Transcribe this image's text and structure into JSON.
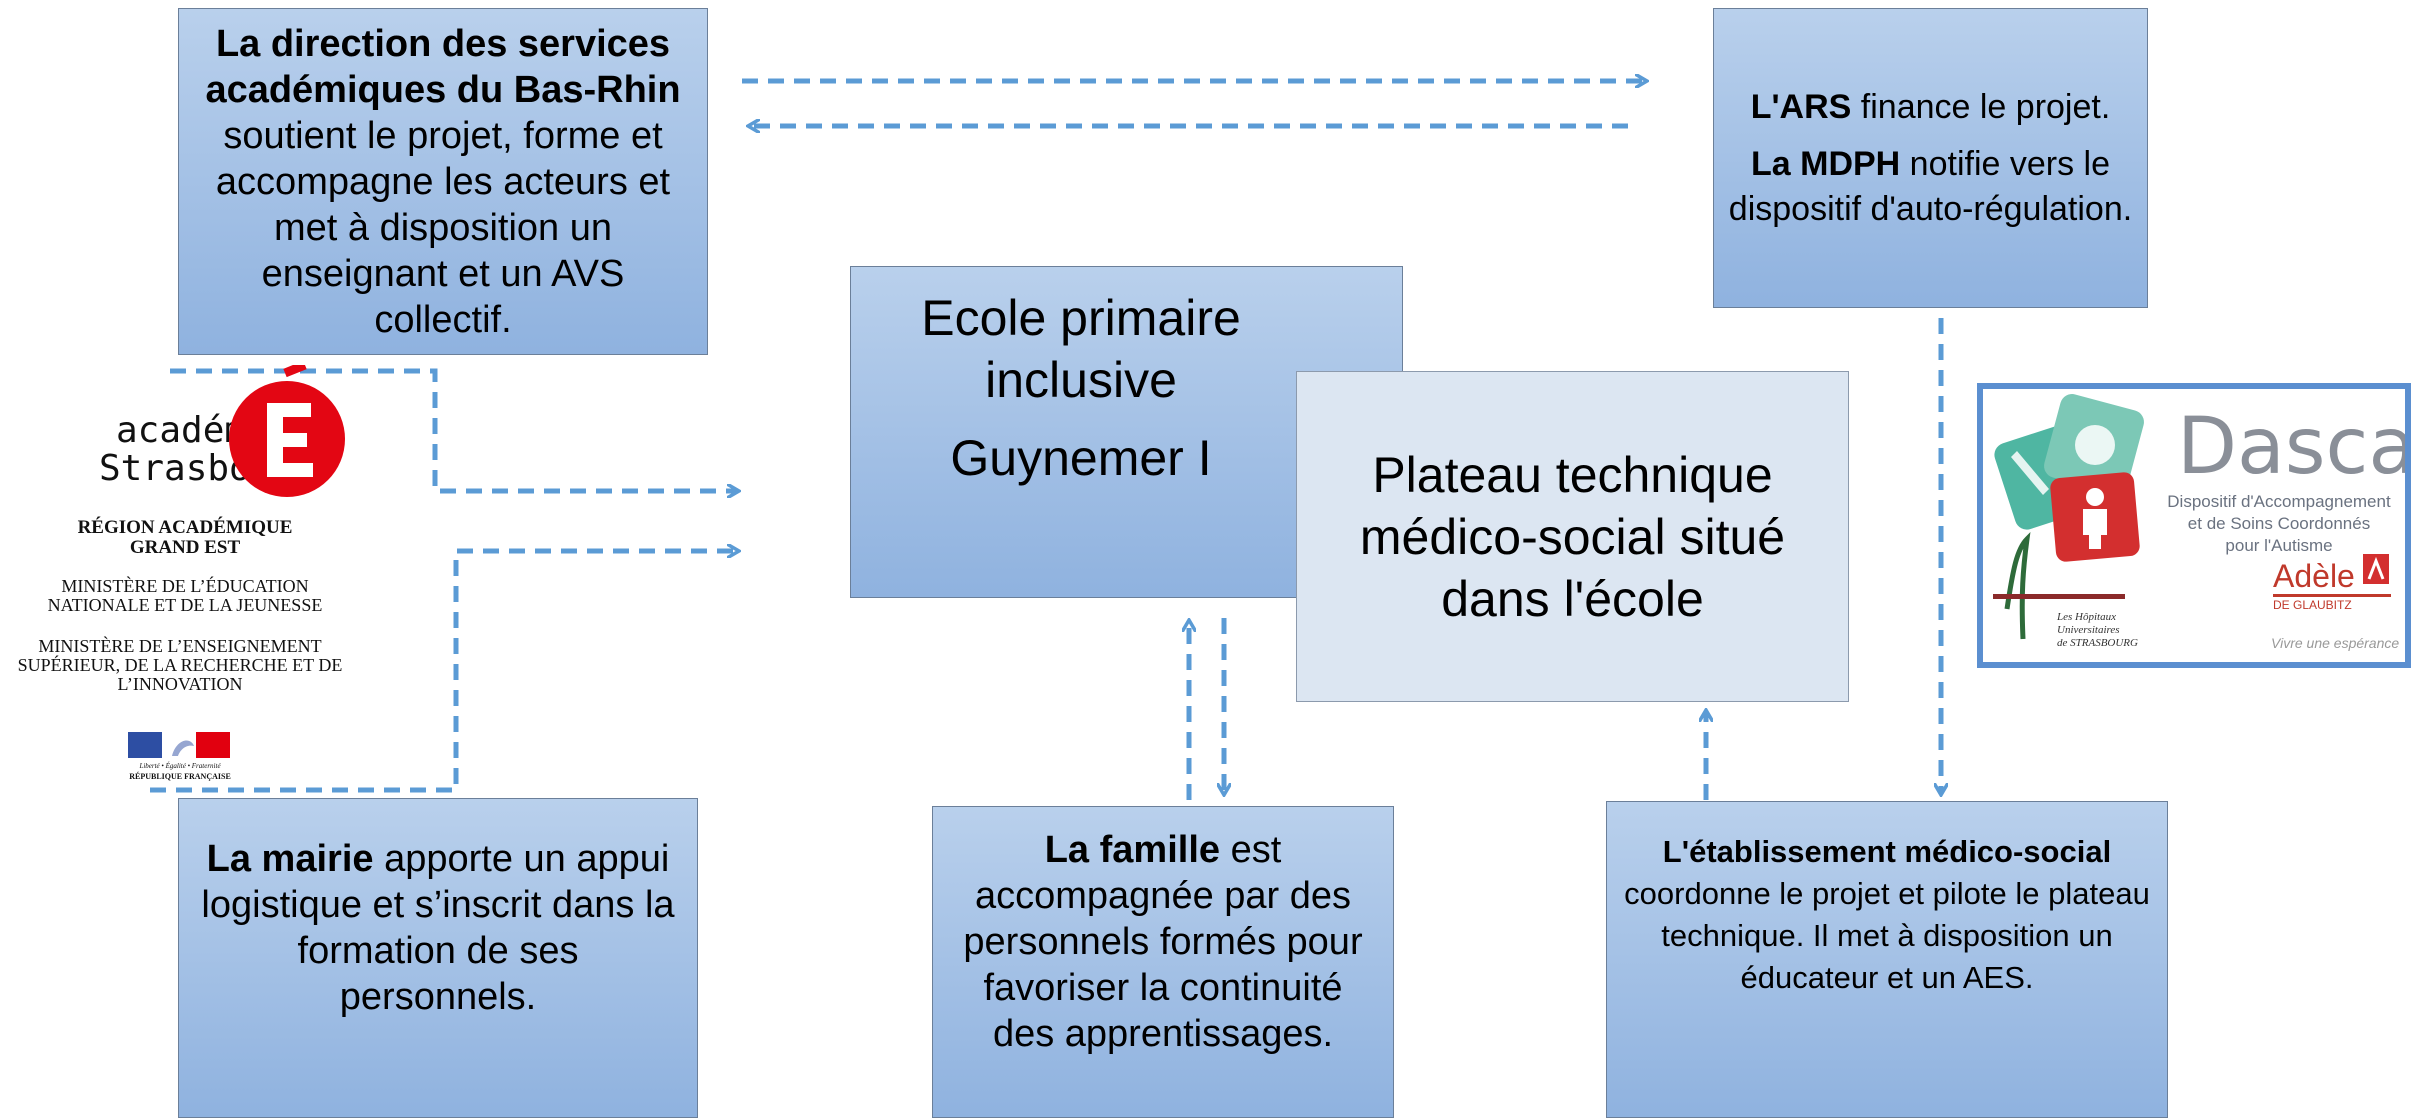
{
  "boxes": {
    "dsden": {
      "bold": "La direction des services académiques du Bas-Rhin",
      "rest": "soutient le projet, forme et accompagne les acteurs et met à disposition un enseignant et un AVS collectif."
    },
    "ars": {
      "bold1": "L'ARS",
      "rest1": " finance le projet.",
      "bold2": "La MDPH",
      "rest2": " notifie vers le dispositif d'auto-régulation."
    },
    "ecole": {
      "line1": "Ecole primaire",
      "line2": "inclusive",
      "line3": "Guynemer I"
    },
    "plateau": {
      "text": "Plateau technique médico-social situé dans l'école"
    },
    "mairie": {
      "bold": "La mairie",
      "rest": " apporte un appui logistique et s’inscrit dans la formation de ses personnels."
    },
    "famille": {
      "bold": "La famille",
      "rest": " est accompagnée par des personnels formés pour favoriser la continuité des apprentissages."
    },
    "etablissement": {
      "bold": "L'établissement médico-social",
      "rest": " coordonne le projet et pilote le plateau technique. Il met à disposition un éducateur et un AES."
    }
  },
  "logo_academie": {
    "word1": "académie",
    "word2": "Strasbourg",
    "letter": "E",
    "region": "RÉGION ACADÉMIQUE GRAND EST",
    "ministere1": "MINISTÈRE DE L’ÉDUCATION NATIONALE ET DE LA JEUNESSE",
    "ministere2": "MINISTÈRE DE L’ENSEIGNEMENT SUPÉRIEUR, DE LA RECHERCHE ET DE L’INNOVATION",
    "devise": "Liberté • Égalité • Fraternité",
    "republique": "RÉPUBLIQUE FRANÇAISE"
  },
  "logo_dasca": {
    "title": "Dasca",
    "subtitle1": "Dispositif d'Accompagnement",
    "subtitle2": "et de Soins Coordonnés",
    "subtitle3": "pour l'Autisme",
    "adele": "Adèle",
    "glaubitz": "DE GLAUBITZ",
    "slogan": "Vivre une espérance",
    "hopitaux1": "Les Hôpitaux",
    "hopitaux2": "Universitaires",
    "hopitaux3": "de STRASBOURG"
  },
  "colors": {
    "box_top": "#b9d0ec",
    "box_bottom": "#8fb2df",
    "plateau": "#dce6f2",
    "arrow": "#5b9bd5",
    "academie_red": "#e30613"
  }
}
